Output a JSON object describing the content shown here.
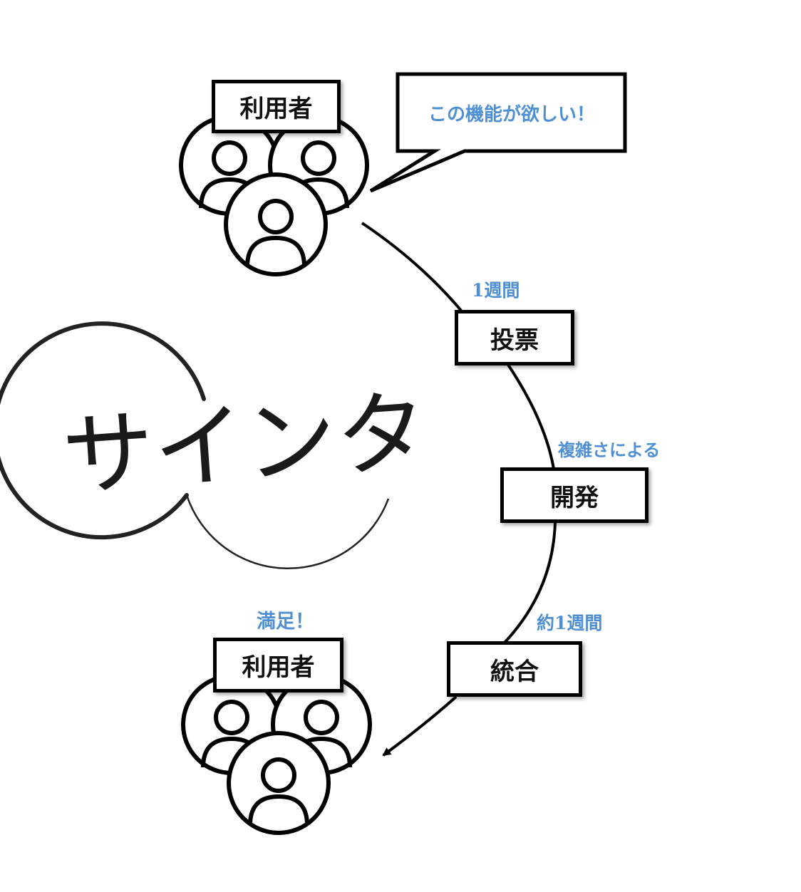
{
  "users_top": {
    "label": "利用者"
  },
  "speech": {
    "text": "この機能が欲しい！"
  },
  "logo": {
    "text": "サインタ"
  },
  "steps": [
    {
      "label": "投票",
      "duration": "1週間"
    },
    {
      "label": "開発",
      "duration": "複雑さによる"
    },
    {
      "label": "統合",
      "duration": "約1週間"
    }
  ],
  "users_bottom": {
    "label": "利用者",
    "reaction": "満足！"
  },
  "colors": {
    "accent": "#4f8fd3",
    "stroke": "#000000",
    "background": "#ffffff"
  }
}
